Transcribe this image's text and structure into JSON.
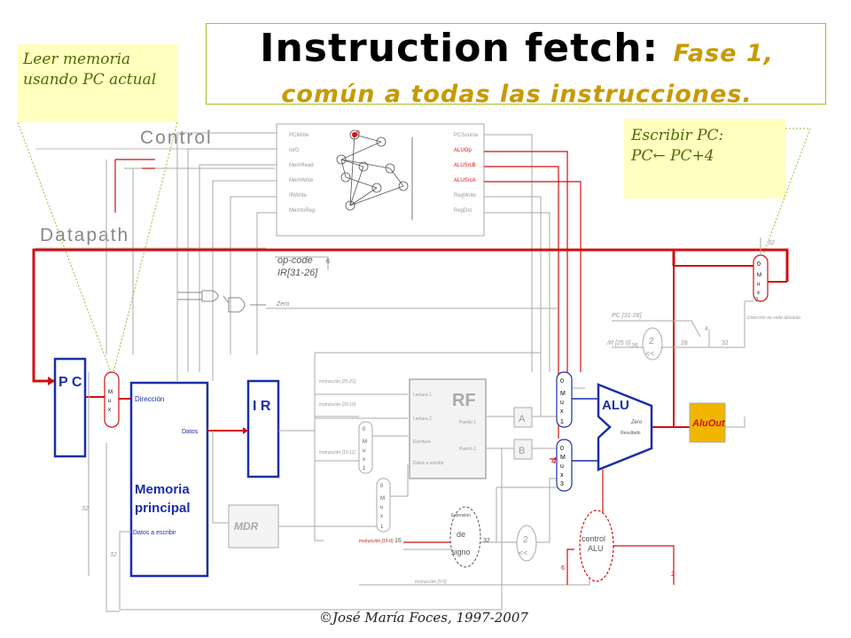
{
  "title": {
    "main": "Instruction fetch:",
    "phase": "Fase 1,",
    "line2": "común a todas las instrucciones."
  },
  "notes": {
    "left": "Leer memoria usando PC actual",
    "right_line1": "Escribir PC:",
    "right_line2": "PC← PC+4"
  },
  "labels": {
    "control": "Control",
    "datapath": "Datapath",
    "pc": "P C",
    "ir": "I R",
    "rf": "RF",
    "alu": "ALU",
    "aluout": "AluOut",
    "mdr": "MDR",
    "memoria_line1": "Memoria",
    "memoria_line2": "principal",
    "direccion": "Dirección",
    "datos": "Datos",
    "datos_escribir": "Datos a escribir",
    "opcode_line1": "op-code",
    "opcode_line2": "IR[31-26]",
    "zero": "Zero",
    "a": "A",
    "b": "B",
    "extension_line1": "Extensión",
    "extension_line2": "de",
    "extension_line3": "signo",
    "control_alu_line1": "control",
    "control_alu_line2": "ALU",
    "shift_top": "2",
    "shift_top_sym": "<<",
    "shift_bottom": "2",
    "shift_bottom_sym": "<<",
    "const_four": "4",
    "num_32": "32",
    "num_16": "16",
    "num_6": "6",
    "num_28": "28",
    "num_26": "26",
    "num_2": "2",
    "pc_31_28": "PC [31-28]",
    "ir_25_0": "IR [25 0]",
    "rf_lectura1": "Lectura 1",
    "rf_lectura2": "Lectura 2",
    "rf_escritura": "Escritura",
    "rf_datos": "Datos a escribir",
    "rf_puerto1": "Puerto 1",
    "rf_puerto2": "Puerto 2",
    "alu_resultado": "Resultado",
    "instr_25_21": "Instrucción [25-21]",
    "instr_20_16": "Instrucción [20-16]",
    "instr_15_11": "Instrucción [15-11]",
    "instr_15_0": "Instrucción [15-0]",
    "instr_5_0": "Instrucción [5-0]",
    "dir_salto": "Dirección de salto absoluto"
  },
  "control_signals_left": [
    "PCWrite",
    "IorD",
    "MemRead",
    "MemWrite",
    "IRWrite",
    "MemtoReg"
  ],
  "control_signals_right": [
    "PCSource",
    "ALUOp",
    "ALUSrcB",
    "ALUSrcA",
    "RegWrite",
    "RegDst"
  ],
  "copyright": "©José María Foces, 1997-2007",
  "colors": {
    "red": "#d01010",
    "blue": "#1a2fa8",
    "gray": "#9a9a9a",
    "note_bg": "#ffffc0",
    "note_text": "#4d6b00",
    "title_accent": "#c79a00",
    "aluout_bg": "#f2b600"
  }
}
